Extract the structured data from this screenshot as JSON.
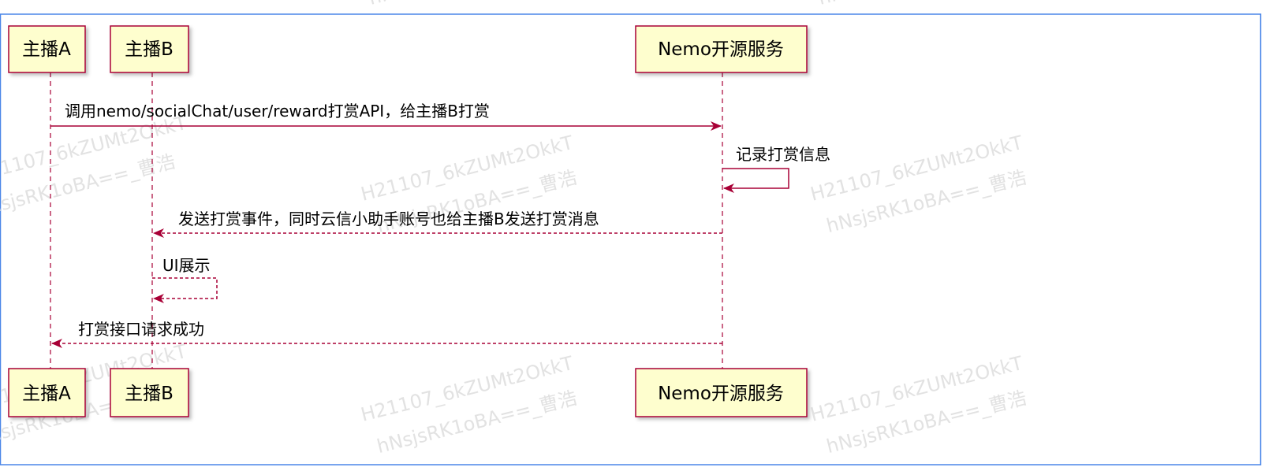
{
  "participants": {
    "a": "主播A",
    "b": "主播B",
    "nemo": "Nemo开源服务"
  },
  "messages": [
    {
      "text": "调用nemo/socialChat/user/reward打赏API，给主播B打赏",
      "from": "a",
      "to": "nemo",
      "style": "solid"
    },
    {
      "text": "记录打赏信息",
      "from": "nemo",
      "to": "nemo",
      "style": "solid"
    },
    {
      "text": "发送打赏事件，同时云信小助手账号也给主播B发送打赏消息",
      "from": "nemo",
      "to": "b",
      "style": "dashed"
    },
    {
      "text": "UI展示",
      "from": "b",
      "to": "b",
      "style": "dashed"
    },
    {
      "text": "打赏接口请求成功",
      "from": "nemo",
      "to": "a",
      "style": "dashed"
    }
  ],
  "watermark": {
    "line1": "H21107_6kZUMt2OkkT",
    "line2": "hNsjsRK1oBA==_曹浩"
  },
  "colors": {
    "box_fill": "#FEFECE",
    "box_stroke": "#A80036",
    "arrow": "#A80036",
    "frame": "#4A86E8",
    "text": "#000000",
    "watermark": "#E4E4E4"
  }
}
